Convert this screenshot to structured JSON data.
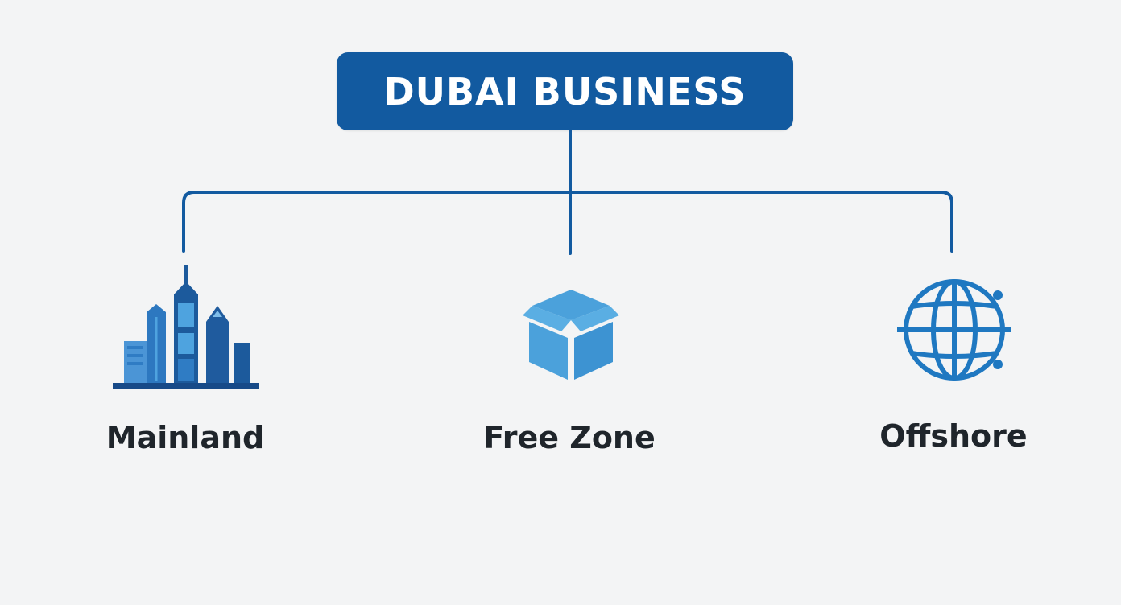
{
  "root": {
    "title": "DUBAI BUSINESS"
  },
  "branches": [
    {
      "label": "Mainland",
      "icon": "city-skyline-icon"
    },
    {
      "label": "Free Zone",
      "icon": "box-icon"
    },
    {
      "label": "Offshore",
      "icon": "globe-icon"
    }
  ],
  "colors": {
    "background": "#f3f4f5",
    "primary": "#125aa0",
    "icon_blue": "#1f78c1",
    "icon_light": "#4ba1db",
    "icon_dark": "#174a88",
    "text": "#1f252b"
  }
}
